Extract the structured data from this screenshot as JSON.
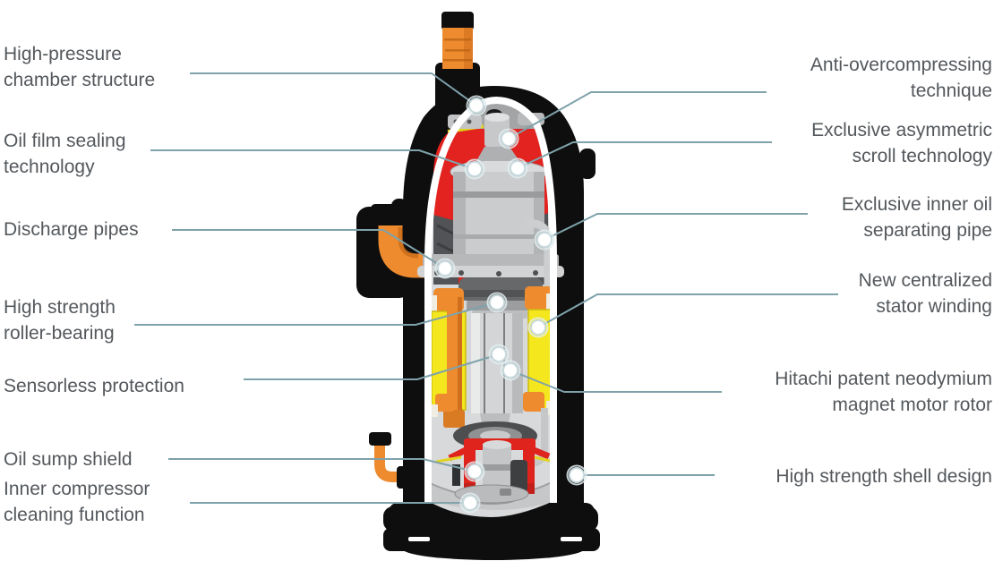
{
  "diagram": {
    "subject": "Scroll compressor cutaway with feature callouts",
    "callouts": {
      "left": [
        {
          "id": "high-pressure-chamber-structure",
          "text": "High-pressure\nchamber structure"
        },
        {
          "id": "oil-film-sealing-technology",
          "text": "Oil film sealing\ntechnology"
        },
        {
          "id": "discharge-pipes",
          "text": "Discharge pipes"
        },
        {
          "id": "high-strength-roller-bearing",
          "text": "High strength\nroller-bearing"
        },
        {
          "id": "sensorless-protection",
          "text": "Sensorless protection"
        },
        {
          "id": "oil-sump-shield",
          "text": "Oil sump shield"
        },
        {
          "id": "inner-compressor-cleaning-function",
          "text": "Inner compressor\ncleaning function"
        }
      ],
      "right": [
        {
          "id": "anti-overcompressing-technique",
          "text": "Anti-overcompressing\ntechnique"
        },
        {
          "id": "exclusive-asymmetric-scroll-technology",
          "text": "Exclusive asymmetric\nscroll technology"
        },
        {
          "id": "exclusive-inner-oil-separating-pipe",
          "text": "Exclusive inner oil\nseparating pipe"
        },
        {
          "id": "new-centralized-stator-winding",
          "text": "New centralized\nstator winding"
        },
        {
          "id": "hitachi-patent-neodymium-magnet-motor-rotor",
          "text": "Hitachi patent neodymium\nmagnet motor rotor"
        },
        {
          "id": "high-strength-shell-design",
          "text": "High strength shell design"
        }
      ]
    },
    "colors": {
      "label_text": "#54585c",
      "leader_line": "#7fa2ab",
      "shell_black": "#0e0e0e",
      "pipe_orange": "#ee8b2e",
      "chamber_red": "#e2231f",
      "winding_yellow": "#f4e71d",
      "background": "#ffffff"
    }
  }
}
